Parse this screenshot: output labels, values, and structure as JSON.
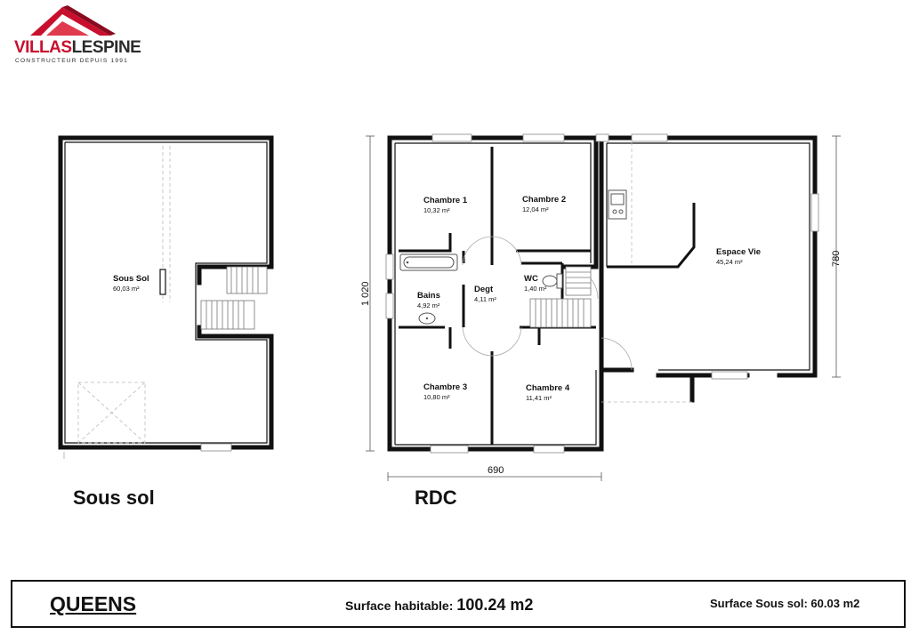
{
  "logo": {
    "brand_part1": "VILLAS",
    "brand_part2": "LESPINE",
    "tagline": "CONSTRUCTEUR DEPUIS 1991",
    "colors": {
      "red": "#c8102e",
      "dark": "#2b2b2b"
    }
  },
  "plans": {
    "sous_sol_label": "Sous sol",
    "rdc_label": "RDC"
  },
  "rooms": {
    "sous_sol": {
      "name": "Sous Sol",
      "area": "60,03 m²"
    },
    "chambre1": {
      "name": "Chambre 1",
      "area": "10,32 m²"
    },
    "chambre2": {
      "name": "Chambre 2",
      "area": "12,04 m²"
    },
    "chambre3": {
      "name": "Chambre 3",
      "area": "10,80 m²"
    },
    "chambre4": {
      "name": "Chambre 4",
      "area": "11,41 m²"
    },
    "bains": {
      "name": "Bains",
      "area": "4,92 m²"
    },
    "degt": {
      "name": "Degt",
      "area": "4,11 m²"
    },
    "wc": {
      "name": "WC",
      "area": "1,40 m²"
    },
    "espace_vie": {
      "name": "Espace Vie",
      "area": "45,24 m²"
    }
  },
  "dimensions": {
    "width": "690",
    "height": "1 020",
    "living_height": "780"
  },
  "footer": {
    "model_name": "QUEENS",
    "surface_habitable_label": "Surface habitable:",
    "surface_habitable_value": "100.24 m2",
    "surface_sous_sol": "Surface Sous sol: 60.03 m2"
  }
}
